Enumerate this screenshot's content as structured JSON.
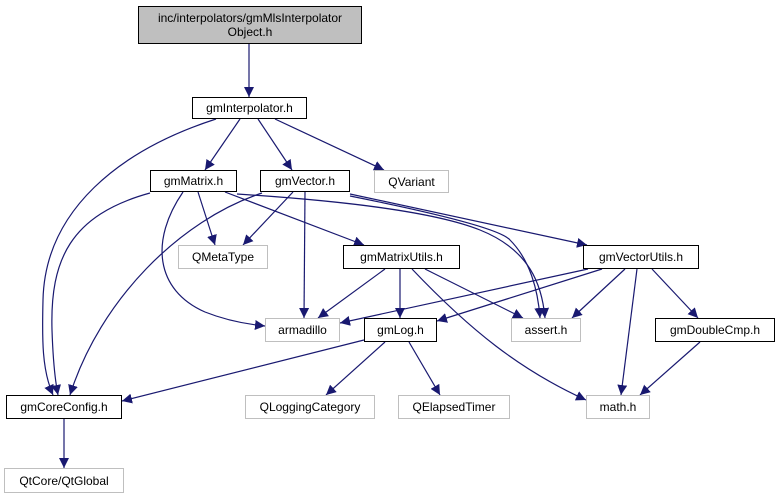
{
  "diagram": {
    "type": "include-dependency-graph",
    "edge_color": "#191970",
    "nodes": [
      {
        "id": "root",
        "label": "inc/interpolators/gmMlsInterpolator Object.h",
        "kind": "root"
      },
      {
        "id": "gmInterpolator",
        "label": "gmInterpolator.h",
        "kind": "local"
      },
      {
        "id": "gmMatrix",
        "label": "gmMatrix.h",
        "kind": "local"
      },
      {
        "id": "gmVector",
        "label": "gmVector.h",
        "kind": "local"
      },
      {
        "id": "QVariant",
        "label": "QVariant",
        "kind": "external"
      },
      {
        "id": "QMetaType",
        "label": "QMetaType",
        "kind": "external"
      },
      {
        "id": "gmMatrixUtils",
        "label": "gmMatrixUtils.h",
        "kind": "local"
      },
      {
        "id": "gmVectorUtils",
        "label": "gmVectorUtils.h",
        "kind": "local"
      },
      {
        "id": "armadillo",
        "label": "armadillo",
        "kind": "external"
      },
      {
        "id": "gmLog",
        "label": "gmLog.h",
        "kind": "local"
      },
      {
        "id": "assert",
        "label": "assert.h",
        "kind": "external"
      },
      {
        "id": "gmDoubleCmp",
        "label": "gmDoubleCmp.h",
        "kind": "local"
      },
      {
        "id": "gmCoreConfig",
        "label": "gmCoreConfig.h",
        "kind": "local"
      },
      {
        "id": "QLoggingCategory",
        "label": "QLoggingCategory",
        "kind": "external"
      },
      {
        "id": "QElapsedTimer",
        "label": "QElapsedTimer",
        "kind": "external"
      },
      {
        "id": "math",
        "label": "math.h",
        "kind": "external"
      },
      {
        "id": "QtGlobal",
        "label": "QtCore/QtGlobal",
        "kind": "external"
      }
    ],
    "edges": [
      {
        "from": "root",
        "to": "gmInterpolator"
      },
      {
        "from": "gmInterpolator",
        "to": "gmMatrix"
      },
      {
        "from": "gmInterpolator",
        "to": "gmVector"
      },
      {
        "from": "gmInterpolator",
        "to": "QVariant"
      },
      {
        "from": "gmInterpolator",
        "to": "gmCoreConfig"
      },
      {
        "from": "gmMatrix",
        "to": "QMetaType"
      },
      {
        "from": "gmMatrix",
        "to": "gmMatrixUtils"
      },
      {
        "from": "gmMatrix",
        "to": "armadillo"
      },
      {
        "from": "gmMatrix",
        "to": "assert"
      },
      {
        "from": "gmMatrix",
        "to": "gmCoreConfig"
      },
      {
        "from": "gmVector",
        "to": "QMetaType"
      },
      {
        "from": "gmVector",
        "to": "armadillo"
      },
      {
        "from": "gmVector",
        "to": "gmVectorUtils"
      },
      {
        "from": "gmVector",
        "to": "assert"
      },
      {
        "from": "gmVector",
        "to": "gmCoreConfig"
      },
      {
        "from": "gmMatrixUtils",
        "to": "armadillo"
      },
      {
        "from": "gmMatrixUtils",
        "to": "gmLog"
      },
      {
        "from": "gmMatrixUtils",
        "to": "assert"
      },
      {
        "from": "gmMatrixUtils",
        "to": "math"
      },
      {
        "from": "gmVectorUtils",
        "to": "armadillo"
      },
      {
        "from": "gmVectorUtils",
        "to": "gmLog"
      },
      {
        "from": "gmVectorUtils",
        "to": "assert"
      },
      {
        "from": "gmVectorUtils",
        "to": "math"
      },
      {
        "from": "gmVectorUtils",
        "to": "gmDoubleCmp"
      },
      {
        "from": "gmLog",
        "to": "gmCoreConfig"
      },
      {
        "from": "gmLog",
        "to": "QLoggingCategory"
      },
      {
        "from": "gmLog",
        "to": "QElapsedTimer"
      },
      {
        "from": "gmDoubleCmp",
        "to": "math"
      },
      {
        "from": "gmCoreConfig",
        "to": "QtGlobal"
      }
    ]
  }
}
